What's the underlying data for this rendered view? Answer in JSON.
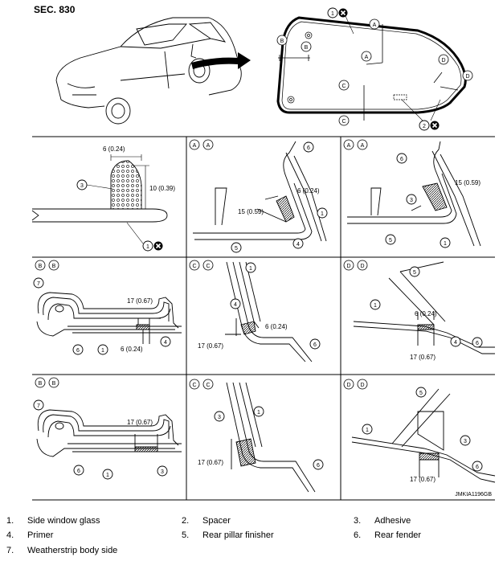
{
  "section": "SEC. 830",
  "dims": {
    "d6": "6 (0.24)",
    "d10": "10 (0.39)",
    "d15": "15 (0.59)",
    "d17": "17 (0.67)"
  },
  "letters": {
    "a": "A",
    "b": "B",
    "c": "C",
    "d": "D"
  },
  "nums": {
    "n1": "1",
    "n2": "2",
    "n3": "3",
    "n4": "4",
    "n5": "5",
    "n6": "6",
    "n7": "7"
  },
  "legend": [
    {
      "num": "1.",
      "label": "Side window glass"
    },
    {
      "num": "2.",
      "label": "Spacer"
    },
    {
      "num": "3.",
      "label": "Adhesive"
    },
    {
      "num": "4.",
      "label": "Primer"
    },
    {
      "num": "5.",
      "label": "Rear pillar finisher"
    },
    {
      "num": "6.",
      "label": "Rear fender"
    },
    {
      "num": "7.",
      "label": "Weatherstrip body side"
    }
  ],
  "code": "JMKIA1196GB"
}
